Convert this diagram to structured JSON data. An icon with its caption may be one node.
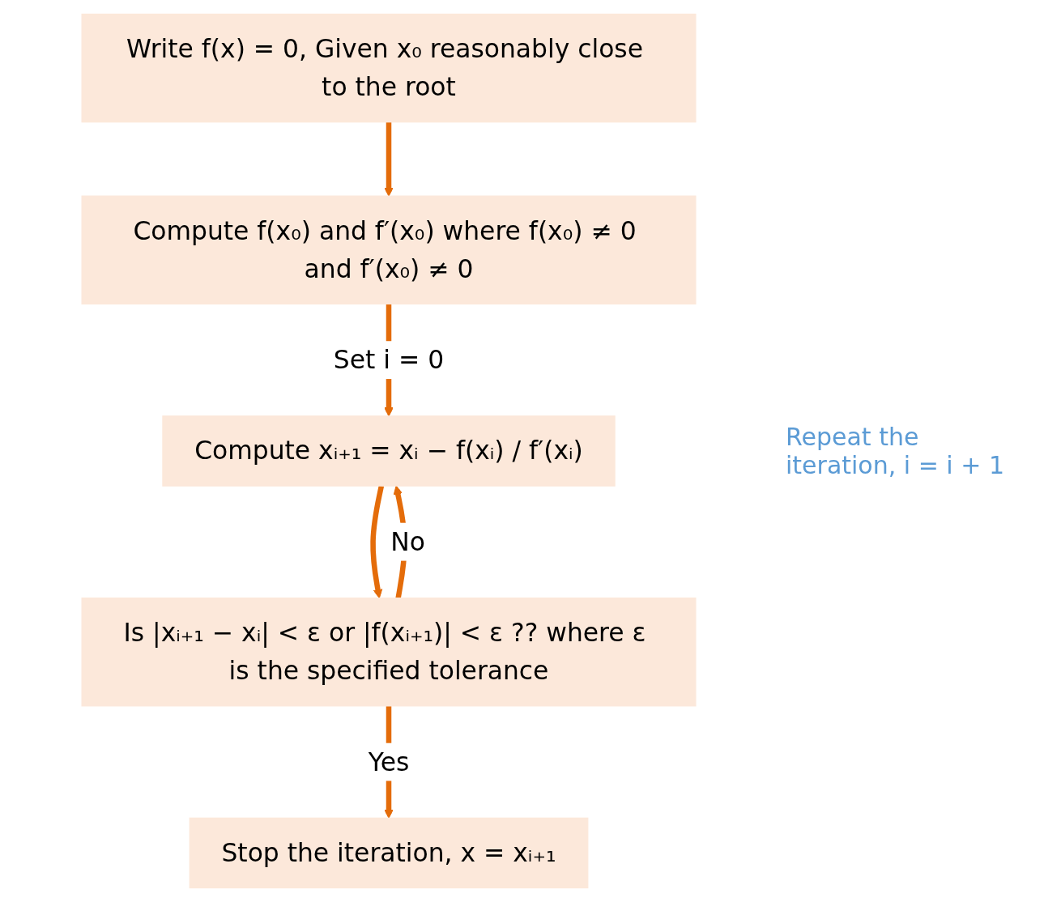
{
  "diagram": {
    "nodes": [
      {
        "text": [
          "Write f(x) = 0, Given x₀ reasonably close to the root"
        ]
      },
      {
        "text": [
          "Compute f(x₀) and f′(x₀) where f(x₀) ≠ 0 and f′(x₀) ≠ 0"
        ]
      },
      {
        "text": [
          "Compute xᵢ₊₁ = xᵢ − f(xᵢ) / f′(xᵢ)"
        ]
      },
      {
        "text": [
          "Is |xᵢ₊₁ − xᵢ| < ε or |f(xᵢ₊₁)| < ε ?? where ε is the specified tolerance"
        ]
      },
      {
        "text": [
          "Stop the iteration, x = xᵢ₊₁"
        ]
      }
    ],
    "edges": [
      {
        "from": 0,
        "to": 1,
        "arrow": "to"
      },
      {
        "from": 1,
        "to": 2,
        "arrow": "to",
        "label": "Set i = 0"
      },
      {
        "from": 2,
        "to": 3,
        "arrow": "to"
      },
      {
        "from": 3,
        "to": 2,
        "arrow": "to",
        "label": "No"
      },
      {
        "from": 3,
        "to": 4,
        "arrow": "to",
        "label": "Yes"
      }
    ],
    "labels": [
      "Repeat the iteration, i = i + 1"
    ]
  }
}
